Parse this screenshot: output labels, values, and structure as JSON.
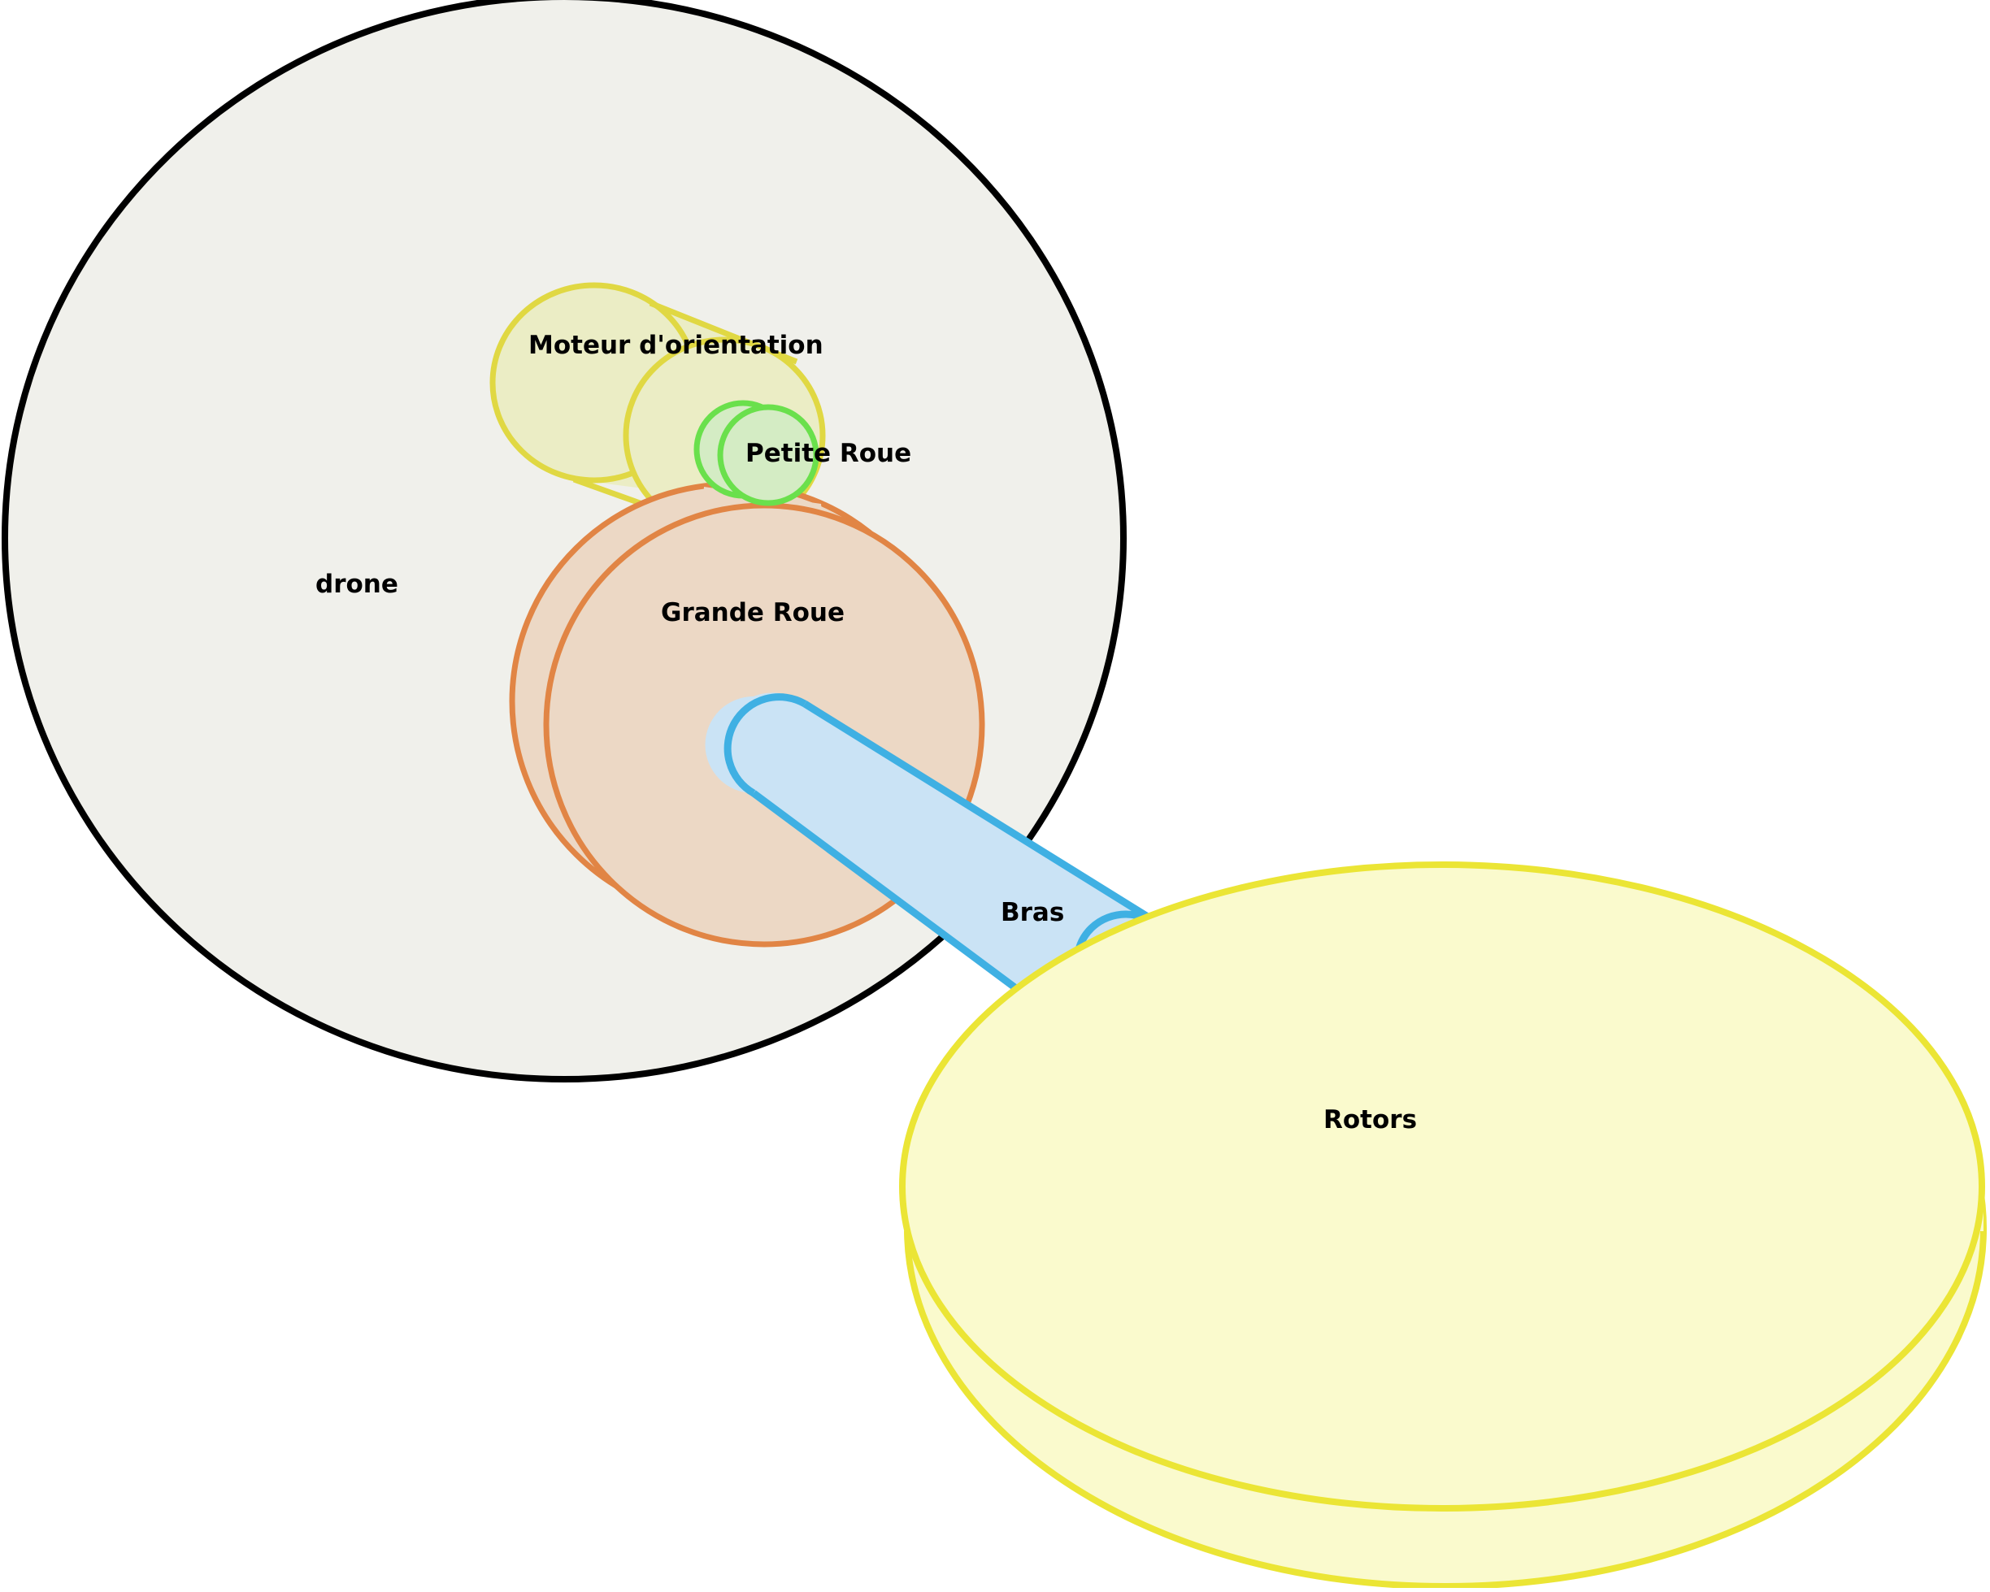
{
  "diagram": {
    "parts": {
      "drone": {
        "label": "drone",
        "fill": "#f0f0eb",
        "stroke": "#000000"
      },
      "moteur": {
        "label": "Moteur d'orientation",
        "fill": "#ebedc5",
        "stroke": "#e0d843"
      },
      "petite": {
        "label": "Petite Roue",
        "fill": "#d4ecc4",
        "stroke": "#6ae04c"
      },
      "grande": {
        "label": "Grande Roue",
        "fill": "#ecd8c5",
        "stroke": "#e18545"
      },
      "bras": {
        "label": "Bras",
        "fill": "#cae3f5",
        "stroke": "#3fb0e3"
      },
      "rotors": {
        "label": "Rotors",
        "fill": "#fafacd",
        "stroke": "#ebe535"
      }
    }
  }
}
